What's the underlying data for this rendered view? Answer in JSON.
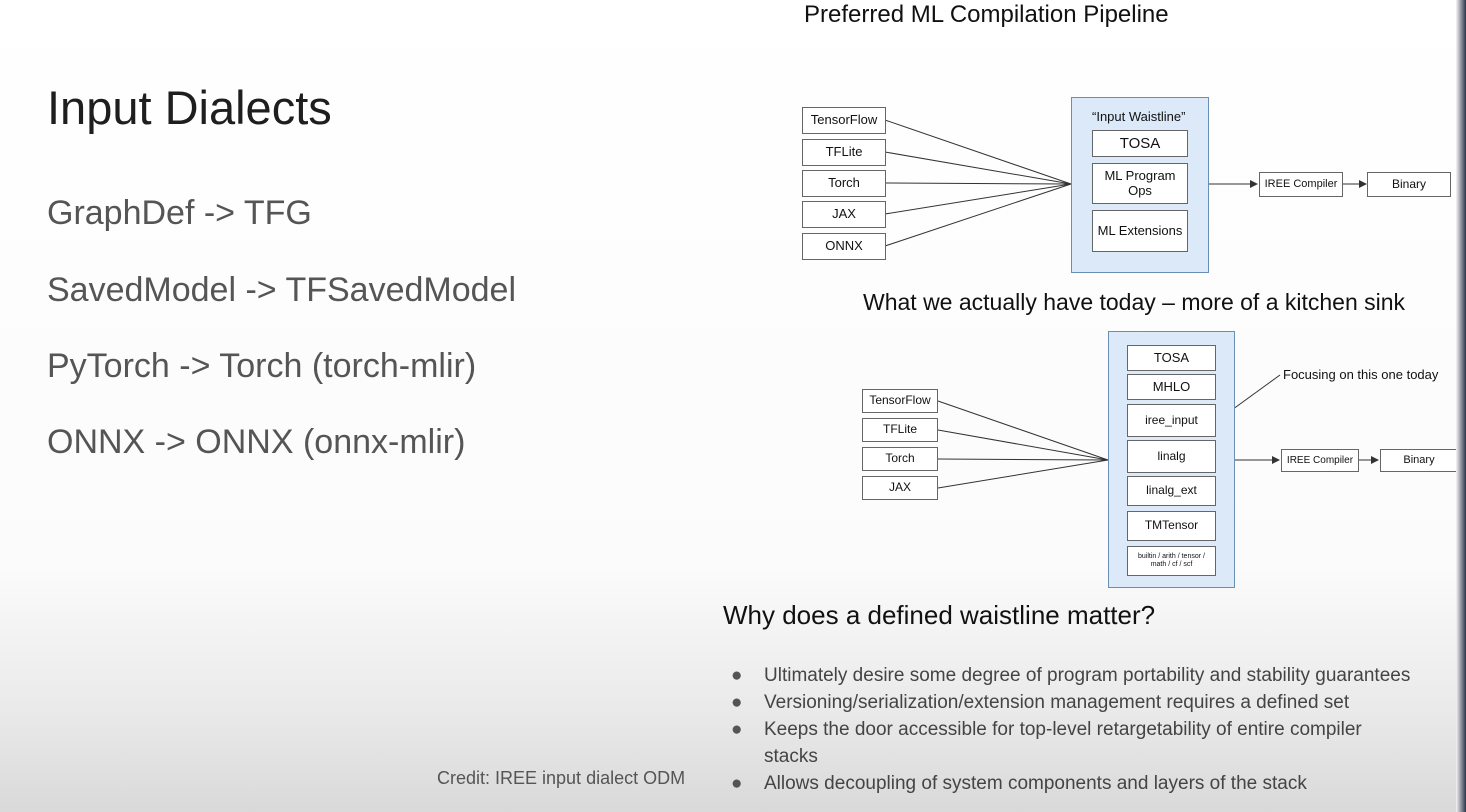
{
  "slide": {
    "title": "Input Dialects",
    "dialects": [
      "GraphDef -> TFG",
      "SavedModel -> TFSavedModel",
      "PyTorch -> Torch (torch-mlir)",
      "ONNX -> ONNX (onnx-mlir)"
    ],
    "credit": "Credit: IREE input dialect ODM"
  },
  "preferred": {
    "title": "Preferred ML Compilation Pipeline",
    "inputs": [
      "TensorFlow",
      "TFLite",
      "Torch",
      "JAX",
      "ONNX"
    ],
    "waist_label": "“Input Waistline”",
    "waist_items": [
      "TOSA",
      "ML Program Ops",
      "ML Extensions"
    ],
    "compiler": "IREE Compiler",
    "binary": "Binary"
  },
  "actual": {
    "title": "What we actually have today – more of a kitchen sink",
    "inputs": [
      "TensorFlow",
      "TFLite",
      "Torch",
      "JAX"
    ],
    "waist_items": [
      "TOSA",
      "MHLO",
      "iree_input",
      "linalg",
      "linalg_ext",
      "TMTensor",
      "builtin / arith / tensor / math / cf / scf"
    ],
    "note": "Focusing on this one today",
    "compiler": "IREE Compiler",
    "binary": "Binary"
  },
  "why": {
    "title": "Why does a defined waistline matter?",
    "bullets": [
      "Ultimately desire some degree of program portability and stability guarantees",
      "Versioning/serialization/extension management requires a defined set",
      "Keeps the door accessible for top-level retargetability of entire compiler",
      "stacks",
      "Allows decoupling of system components and layers of the stack"
    ],
    "bullet_glyph": "●"
  }
}
